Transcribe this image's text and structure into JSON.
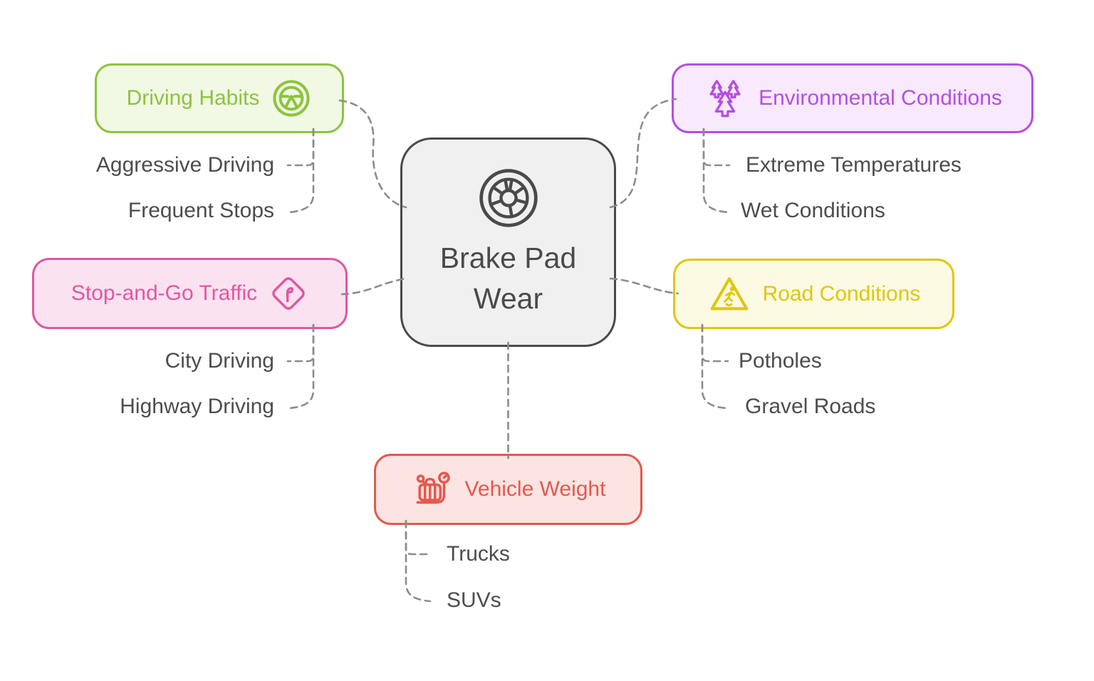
{
  "center": {
    "label": "Brake Pad Wear",
    "icon": "wheel-icon"
  },
  "branches": [
    {
      "id": "driving-habits",
      "label": "Driving Habits",
      "icon": "steering-wheel-icon",
      "accent_color": "#8CC43C",
      "fill_color": "#F1F8E4",
      "side": "left-top",
      "children": [
        "Aggressive Driving",
        "Frequent Stops"
      ]
    },
    {
      "id": "environmental-conditions",
      "label": "Environmental Conditions",
      "icon": "pine-trees-icon",
      "accent_color": "#B44FE0",
      "fill_color": "#F8E9FD",
      "side": "right-top",
      "children": [
        "Extreme Temperatures",
        "Wet Conditions"
      ]
    },
    {
      "id": "stop-and-go-traffic",
      "label": "Stop-and-Go Traffic",
      "icon": "route-sign-icon",
      "accent_color": "#DE58A2",
      "fill_color": "#FBE2F0",
      "side": "left-middle",
      "children": [
        "City Driving",
        "Highway Driving"
      ]
    },
    {
      "id": "road-conditions",
      "label": "Road Conditions",
      "icon": "slippery-warning-icon",
      "accent_color": "#DFC70E",
      "fill_color": "#FCFAE2",
      "side": "right-middle",
      "children": [
        "Potholes",
        "Gravel Roads"
      ]
    },
    {
      "id": "vehicle-weight",
      "label": "Vehicle Weight",
      "icon": "luggage-scale-icon",
      "accent_color": "#E15A50",
      "fill_color": "#FBE4E1",
      "side": "bottom",
      "children": [
        "Trucks",
        "SUVs"
      ]
    }
  ],
  "styles": {
    "center_fill": "#F0F0F0",
    "center_stroke": "#4A4A4A",
    "connector_color": "#8C8C8C",
    "child_text_color": "#4D4D4D"
  }
}
